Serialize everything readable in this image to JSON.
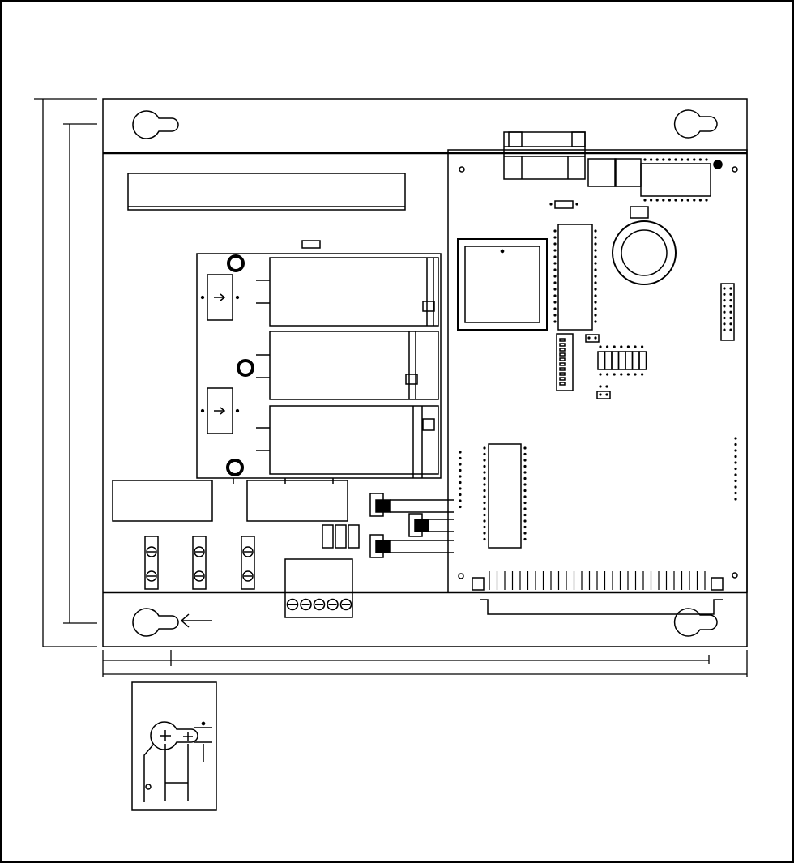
{
  "diagram": {
    "line_color": "#000000",
    "fill_color": "#ffffff",
    "component_fill": "#000000",
    "components": [
      {
        "id": "enclosure",
        "icon": "enclosure-outline"
      },
      {
        "id": "keyhole-mount-top-left",
        "icon": "keyhole-icon"
      },
      {
        "id": "keyhole-mount-top-right",
        "icon": "keyhole-icon"
      },
      {
        "id": "keyhole-mount-bottom-left",
        "icon": "keyhole-icon"
      },
      {
        "id": "keyhole-mount-bottom-right",
        "icon": "keyhole-icon"
      },
      {
        "id": "terminal-strip",
        "icon": "terminal-strip"
      },
      {
        "id": "relay-board",
        "icon": "relay-board"
      },
      {
        "id": "control-board",
        "icon": "circuit-board"
      },
      {
        "id": "db9-connector",
        "icon": "serial-connector-icon"
      },
      {
        "id": "battery",
        "icon": "coin-battery-icon"
      },
      {
        "id": "processor",
        "icon": "ic-chip-icon"
      },
      {
        "id": "dip-switch",
        "icon": "dip-switch-icon"
      },
      {
        "id": "ribbon-connector",
        "icon": "edge-connector-icon"
      },
      {
        "id": "screw-terminals",
        "icon": "screw-terminal-icon"
      },
      {
        "id": "keyhole-detail",
        "icon": "keyhole-detail-icon"
      }
    ]
  }
}
